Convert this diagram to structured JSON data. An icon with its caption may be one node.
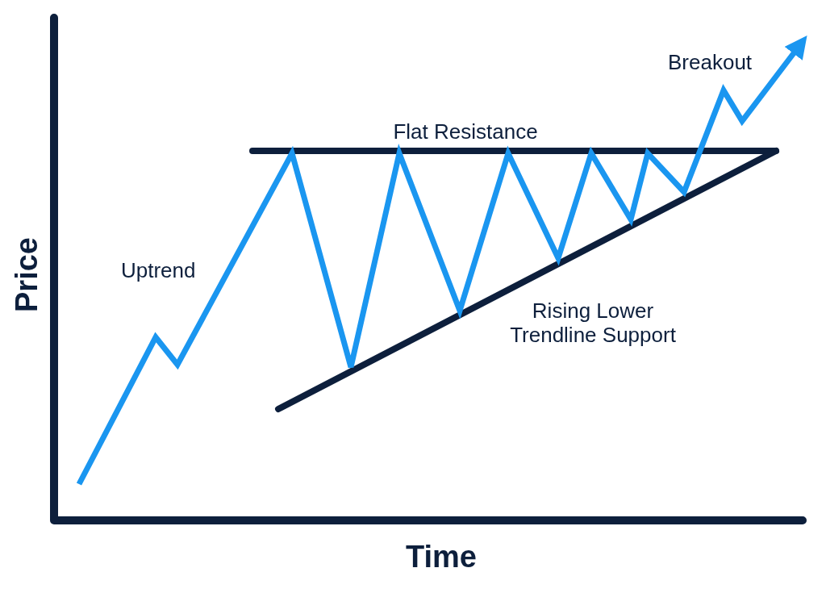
{
  "diagram": {
    "labels": [
      "Price",
      "Time",
      "Uptrend",
      "Flat Resistance",
      "Rising Lower Trendline Support",
      "Breakout"
    ]
  }
}
